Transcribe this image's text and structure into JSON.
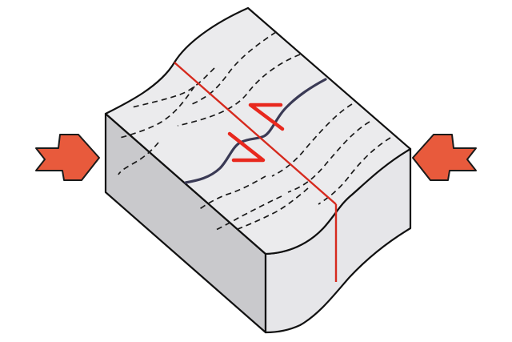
{
  "diagram": {
    "colors": {
      "background": "#ffffff",
      "block_top": "#ebebed",
      "block_front": "#c9c9cc",
      "block_right": "#e6e6e9",
      "outline": "#111111",
      "fault_line": "#d62a1e",
      "marker_bed": "#3a3a55",
      "dashed_bed": "#1a1a1a",
      "motion_arrows": "#e8281e",
      "stress_arrow_fill": "#e85a3c",
      "stress_arrow_stroke": "#1a1a1a"
    },
    "icons": {
      "left_stress_arrow": "compression-arrow-right",
      "right_stress_arrow": "compression-arrow-left",
      "upper_motion_arrow": "half-arrow-left",
      "lower_motion_arrow": "half-arrow-right"
    }
  }
}
